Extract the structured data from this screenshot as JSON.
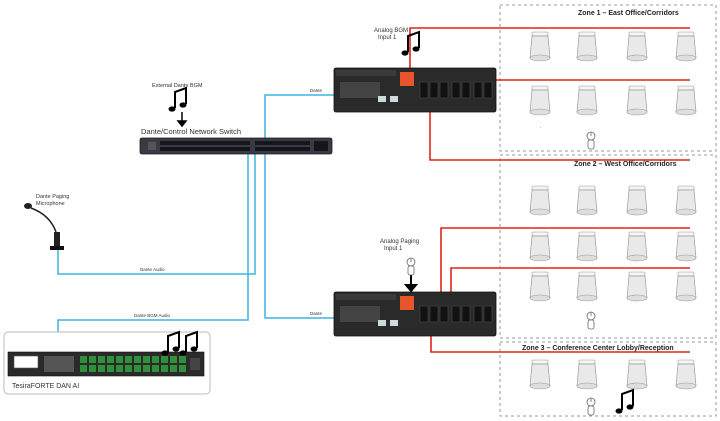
{
  "colors": {
    "dante": "#3fb3e0",
    "speaker_line": "#e0241b",
    "device_body": "#2a2a2a",
    "device_accent": "#e8552a",
    "zone_border": "#9a9a9a",
    "speaker_fill": "#e9e9e9"
  },
  "labels": {
    "analog_bgm": "Analog BGM\nInput 1",
    "analog_paging": "Analog Paging\nInput 1",
    "external_dante_bgm": "External Dante BGM",
    "switch": "Dante/Control Network Switch",
    "paging_mic": "Dante Paging\nMicrophone",
    "dante_audio": "Dante Audio",
    "dante_bgm_audio": "Dante BGM Audio",
    "dante_top": "Dante",
    "dante_bottom": "Dante",
    "tesira": "TesiraFORTE DAN AI"
  },
  "zones": [
    {
      "title": "Zone 1 – East Office/Corridors",
      "rows": 2,
      "per_row": 4
    },
    {
      "title": "Zone 2 – West Office/Corridors",
      "rows": 3,
      "per_row": 4
    },
    {
      "title": "Zone 3 – Conference Center Lobby/Reception",
      "rows": 1,
      "per_row": 4
    }
  ],
  "icons": [
    "music-note-icon",
    "arrow-down-icon",
    "microphone-icon",
    "volume-knob-icon"
  ]
}
